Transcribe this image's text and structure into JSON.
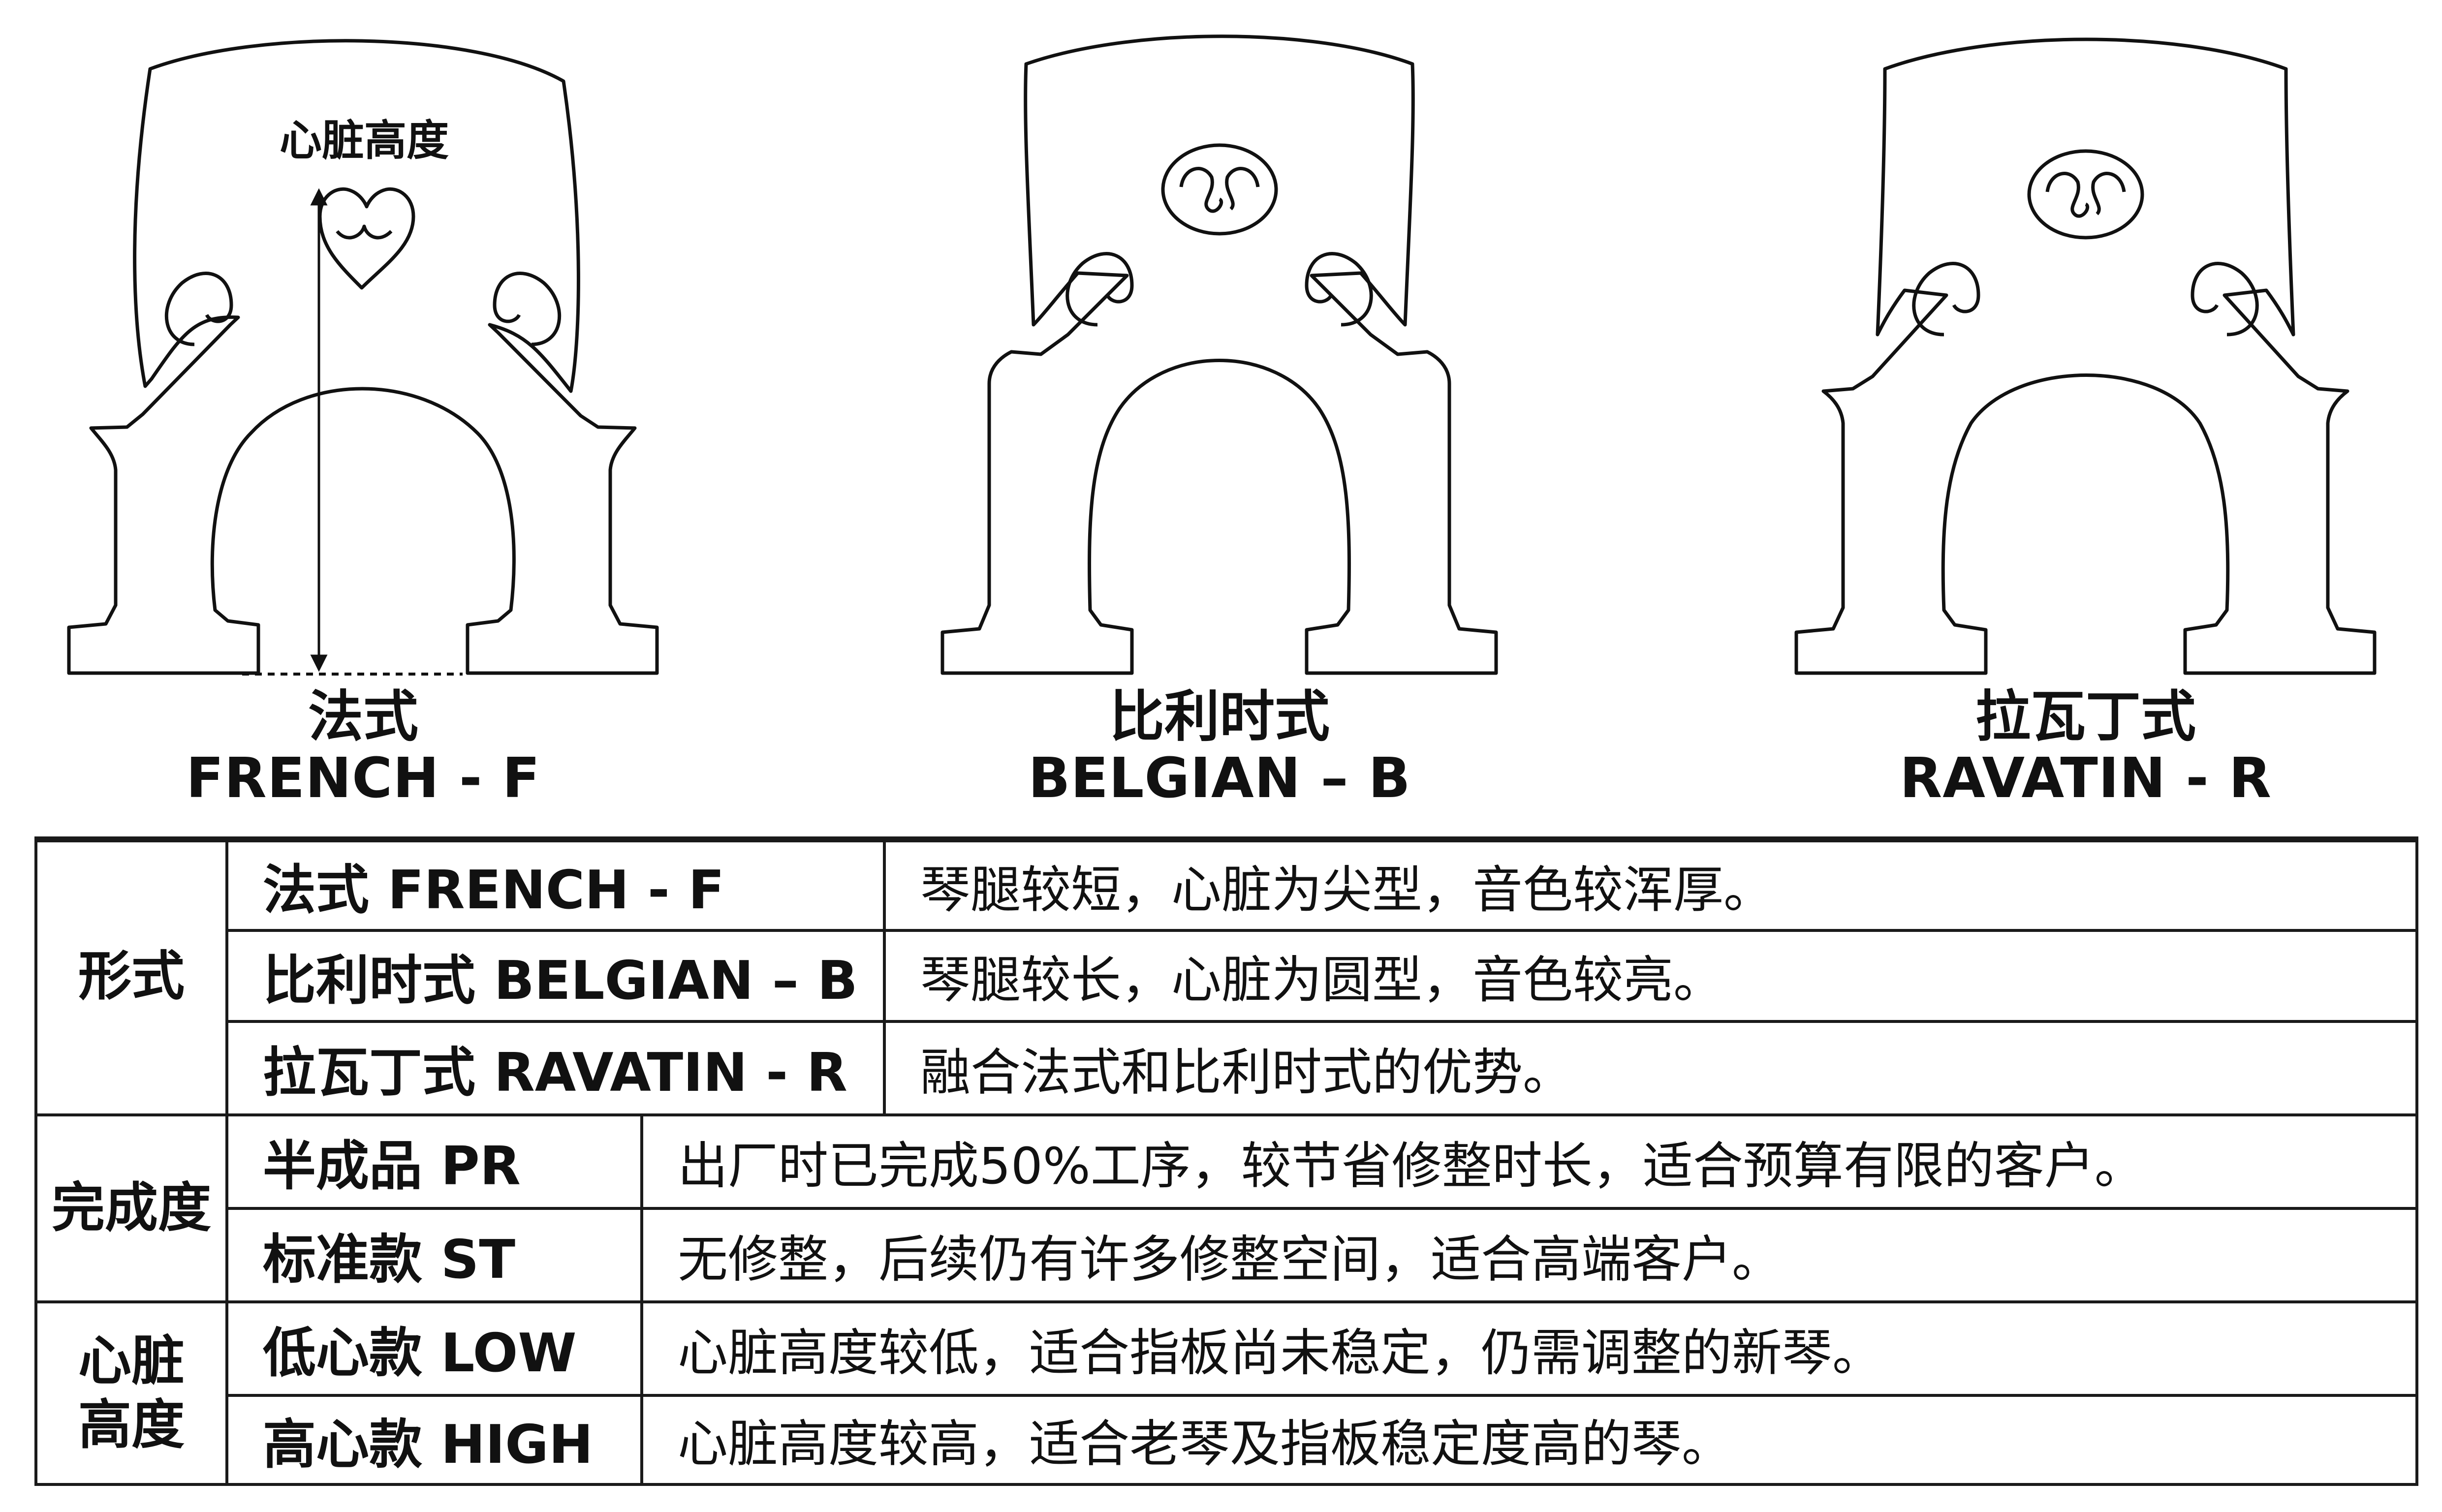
{
  "diagram": {
    "heart_height_label": "心脏高度",
    "bridges": [
      {
        "zh": "法式",
        "en": "FRENCH - F"
      },
      {
        "zh": "比利时式",
        "en": "BELGIAN – B"
      },
      {
        "zh": "拉瓦丁式",
        "en": "RAVATIN - R"
      }
    ]
  },
  "table": {
    "groups": [
      {
        "category": "形式",
        "rows": [
          {
            "name": "法式 FRENCH - F",
            "desc": "琴腿较短，心脏为尖型，音色较浑厚。"
          },
          {
            "name": "比利时式 BELGIAN – B",
            "desc": "琴腿较长，心脏为圆型，音色较亮。"
          },
          {
            "name": "拉瓦丁式 RAVATIN - R",
            "desc": "融合法式和比利时式的优势。"
          }
        ]
      },
      {
        "category": "完成度",
        "rows": [
          {
            "name": "半成品 PR",
            "desc": "出厂时已完成50%工序，较节省修整时长，适合预算有限的客户。"
          },
          {
            "name": "标准款 ST",
            "desc": "无修整，后续仍有许多修整空间，适合高端客户。"
          }
        ]
      },
      {
        "category_line1": "心脏",
        "category_line2": "高度",
        "rows": [
          {
            "name": "低心款 LOW",
            "desc": "心脏高度较低，适合指板尚未稳定，仍需调整的新琴。"
          },
          {
            "name": "高心款 HIGH",
            "desc": "心脏高度较高，适合老琴及指板稳定度高的琴。"
          }
        ]
      }
    ]
  }
}
